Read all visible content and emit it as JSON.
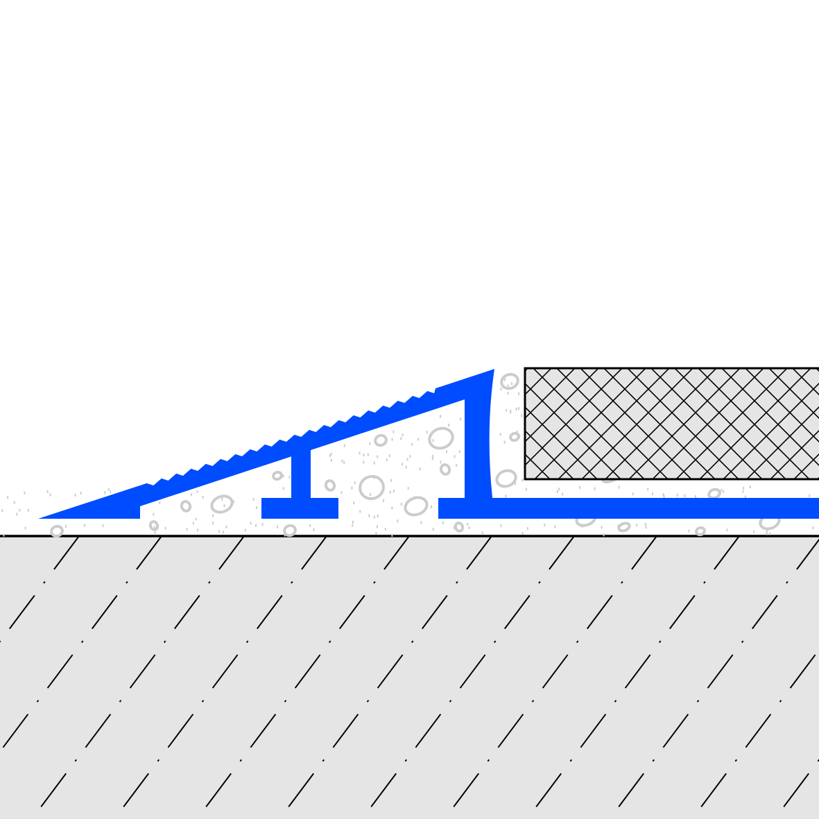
{
  "diagram": {
    "type": "cross-section",
    "components": [
      "ramp-transition-profile",
      "tile",
      "mortar-bed",
      "substrate"
    ],
    "colors": {
      "profile": "#004cff",
      "tile_fill": "#e5e5e5",
      "substrate_fill": "#e5e5e5",
      "mortar_aggregate": "#cccccc",
      "outline": "#000000",
      "background": "#ffffff"
    }
  }
}
